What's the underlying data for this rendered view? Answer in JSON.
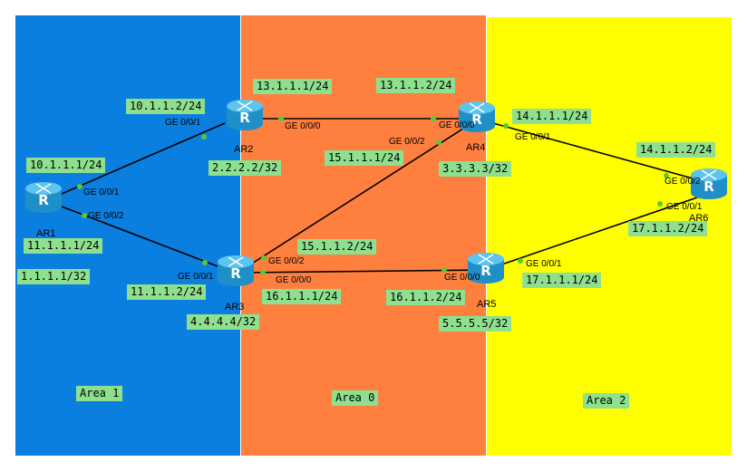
{
  "areas": [
    {
      "id": "area1",
      "label": "Area 1",
      "color": "#0a7fe0"
    },
    {
      "id": "area0",
      "label": "Area 0",
      "color": "#ff7f3f"
    },
    {
      "id": "area2",
      "label": "Area 2",
      "color": "#ffff00"
    }
  ],
  "routers": {
    "ar1": {
      "name": "AR1",
      "loopback": "1.1.1.1/32"
    },
    "ar2": {
      "name": "AR2",
      "loopback": "2.2.2.2/32"
    },
    "ar3": {
      "name": "AR3",
      "loopback": "4.4.4.4/32"
    },
    "ar4": {
      "name": "AR4",
      "loopback": "3.3.3.3/32"
    },
    "ar5": {
      "name": "AR5",
      "loopback": "5.5.5.5/32"
    },
    "ar6": {
      "name": "AR6"
    }
  },
  "links": {
    "ar1_ar2": {
      "ar1_ip": "10.1.1.1/24",
      "ar1_port": "GE 0/0/1",
      "ar2_ip": "10.1.1.2/24",
      "ar2_port": "GE 0/0/1"
    },
    "ar1_ar3": {
      "ar1_ip": "11.1.1.1/24",
      "ar1_port": "GE 0/0/2",
      "ar3_ip": "11.1.1.2/24",
      "ar3_port": "GE 0/0/1"
    },
    "ar2_ar4": {
      "ar2_ip": "13.1.1.1/24",
      "ar2_port": "GE 0/0/0",
      "ar4_ip": "13.1.1.2/24",
      "ar4_port": "GE 0/0/0"
    },
    "ar4_ar3": {
      "ar4_ip": "15.1.1.1/24",
      "ar4_port": "GE 0/0/2",
      "ar3_ip": "15.1.1.2/24",
      "ar3_port": "GE 0/0/2"
    },
    "ar3_ar5": {
      "ar3_ip": "16.1.1.1/24",
      "ar3_port": "GE 0/0/0",
      "ar5_ip": "16.1.1.2/24",
      "ar5_port": "GE 0/0/0"
    },
    "ar4_ar6": {
      "ar4_ip": "14.1.1.1/24",
      "ar4_port": "GE 0/0/1",
      "ar6_ip": "14.1.1.2/24",
      "ar6_port": "GE 0/0/2"
    },
    "ar5_ar6": {
      "ar5_ip": "17.1.1.1/24",
      "ar5_port": "GE 0/0/1",
      "ar6_ip": "17.1.1.2/24",
      "ar6_port": "GE 0/0/1"
    }
  },
  "style": {
    "link_color": "#000000",
    "port_dot_color": "#55cc33",
    "router_color": "#2aa8e0",
    "label_bg": "#8ee08e"
  }
}
